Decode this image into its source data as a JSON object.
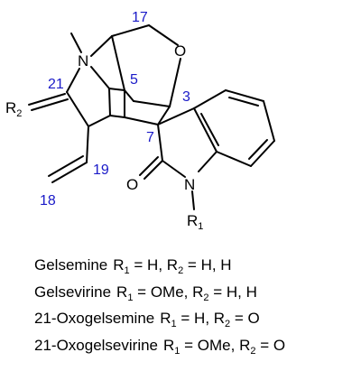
{
  "colors": {
    "bond": "#000000",
    "atom_label": "#000000",
    "locant": "#1a1ac8",
    "background": "#ffffff"
  },
  "structure": {
    "atoms": {
      "N_amine": "N",
      "O_ether": "O",
      "R2": "R",
      "R2_sub": "2",
      "O_carbonyl": "O",
      "N_oxindole": "N",
      "R1": "R",
      "R1_sub": "1"
    },
    "locants": {
      "c17": "17",
      "c21": "21",
      "c5": "5",
      "c3": "3",
      "c7": "7",
      "c19": "19",
      "c18": "18"
    }
  },
  "compounds": [
    {
      "name": "Gelsemine",
      "r1_label": "R",
      "r1_sub": "1",
      "r1_value": "H",
      "r2_label": "R",
      "r2_sub": "2",
      "r2_value": "H, H"
    },
    {
      "name": "Gelsevirine",
      "r1_label": "R",
      "r1_sub": "1",
      "r1_value": "OMe",
      "r2_label": "R",
      "r2_sub": "2",
      "r2_value": "H, H"
    },
    {
      "name": "21-Oxogelsemine",
      "r1_label": "R",
      "r1_sub": "1",
      "r1_value": "H",
      "r2_label": "R",
      "r2_sub": "2",
      "r2_value": "O"
    },
    {
      "name": "21-Oxogelsevirine",
      "r1_label": "R",
      "r1_sub": "1",
      "r1_value": "OMe",
      "r2_label": "R",
      "r2_sub": "2",
      "r2_value": "O"
    }
  ]
}
